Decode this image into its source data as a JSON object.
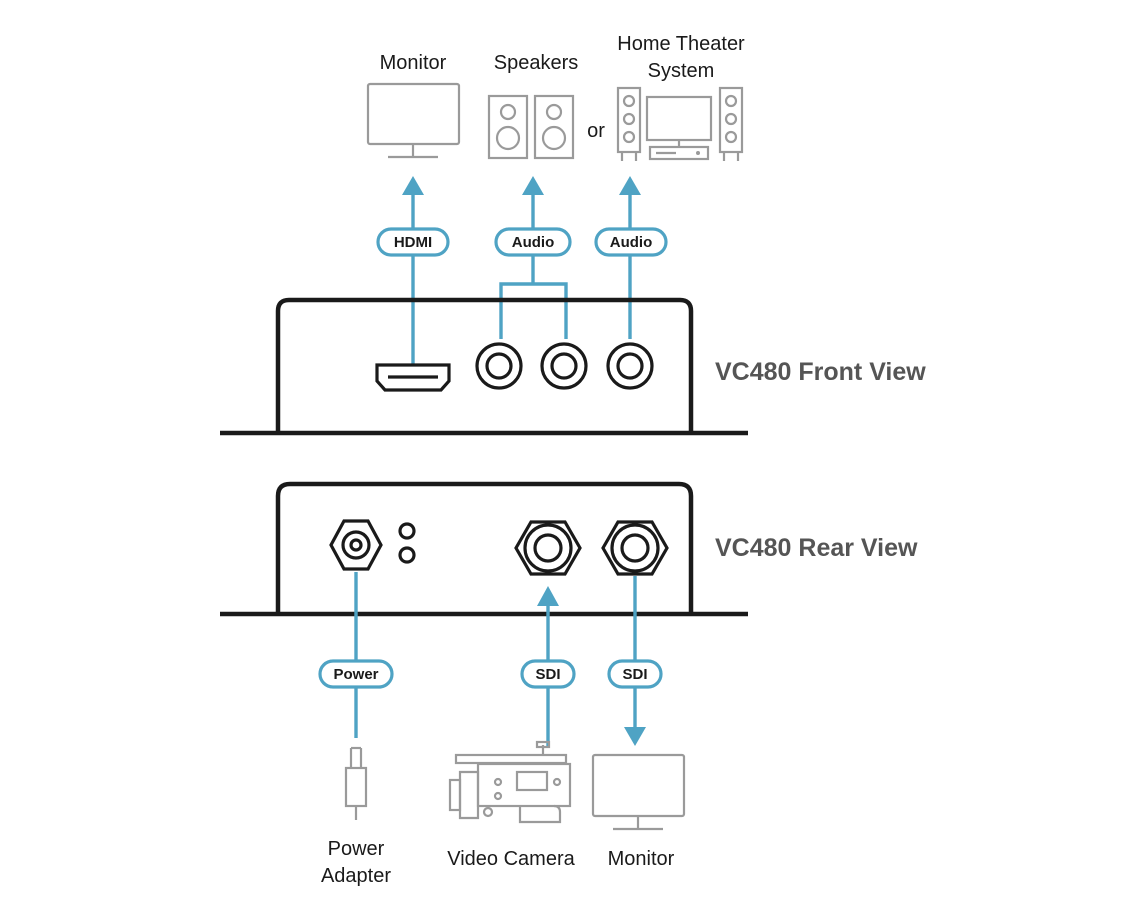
{
  "front": {
    "title": "VC480 Front View",
    "labels": {
      "monitor": "Monitor",
      "speakers": "Speakers",
      "or": "or",
      "home_theater_line1": "Home Theater",
      "home_theater_line2": "System"
    },
    "cables": {
      "hdmi": "HDMI",
      "audio_left": "Audio",
      "audio_right": "Audio"
    }
  },
  "rear": {
    "title": "VC480 Rear View",
    "labels": {
      "power_adapter_line1": "Power",
      "power_adapter_line2": "Adapter",
      "video_camera": "Video Camera",
      "monitor": "Monitor"
    },
    "cables": {
      "power": "Power",
      "sdi_in": "SDI",
      "sdi_out": "SDI"
    }
  },
  "colors": {
    "cable": "#4fa3c4",
    "device_outline": "#9a9a9a",
    "unit_outline": "#1a1a1a",
    "title_text": "#555555"
  },
  "icons": {
    "monitor": "monitor-icon",
    "speaker": "speaker-icon",
    "home_theater": "home-theater-icon",
    "hdmi_port": "hdmi-port-icon",
    "rca_port": "rca-port-icon",
    "power_port": "power-port-icon",
    "bnc_port": "bnc-port-icon",
    "power_plug": "power-plug-icon",
    "video_camera": "video-camera-icon"
  }
}
